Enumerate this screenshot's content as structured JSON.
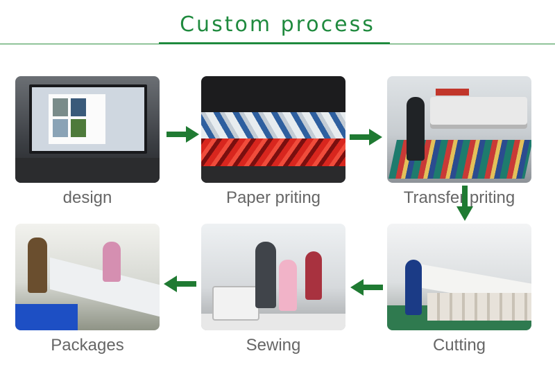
{
  "header": {
    "title": "Custom process"
  },
  "steps": [
    {
      "id": "design",
      "label": "design"
    },
    {
      "id": "paper-printing",
      "label": "Paper priting"
    },
    {
      "id": "transfer-printing",
      "label": "Transfer priting"
    },
    {
      "id": "cutting",
      "label": "Cutting"
    },
    {
      "id": "sewing",
      "label": "Sewing"
    },
    {
      "id": "packages",
      "label": "Packages"
    }
  ],
  "colors": {
    "accent": "#1f8a3e",
    "arrow": "#1f7a32",
    "caption": "#666666"
  },
  "icons": [
    "arrow-right-icon",
    "arrow-right-icon",
    "arrow-down-icon",
    "arrow-left-icon",
    "arrow-left-icon"
  ]
}
